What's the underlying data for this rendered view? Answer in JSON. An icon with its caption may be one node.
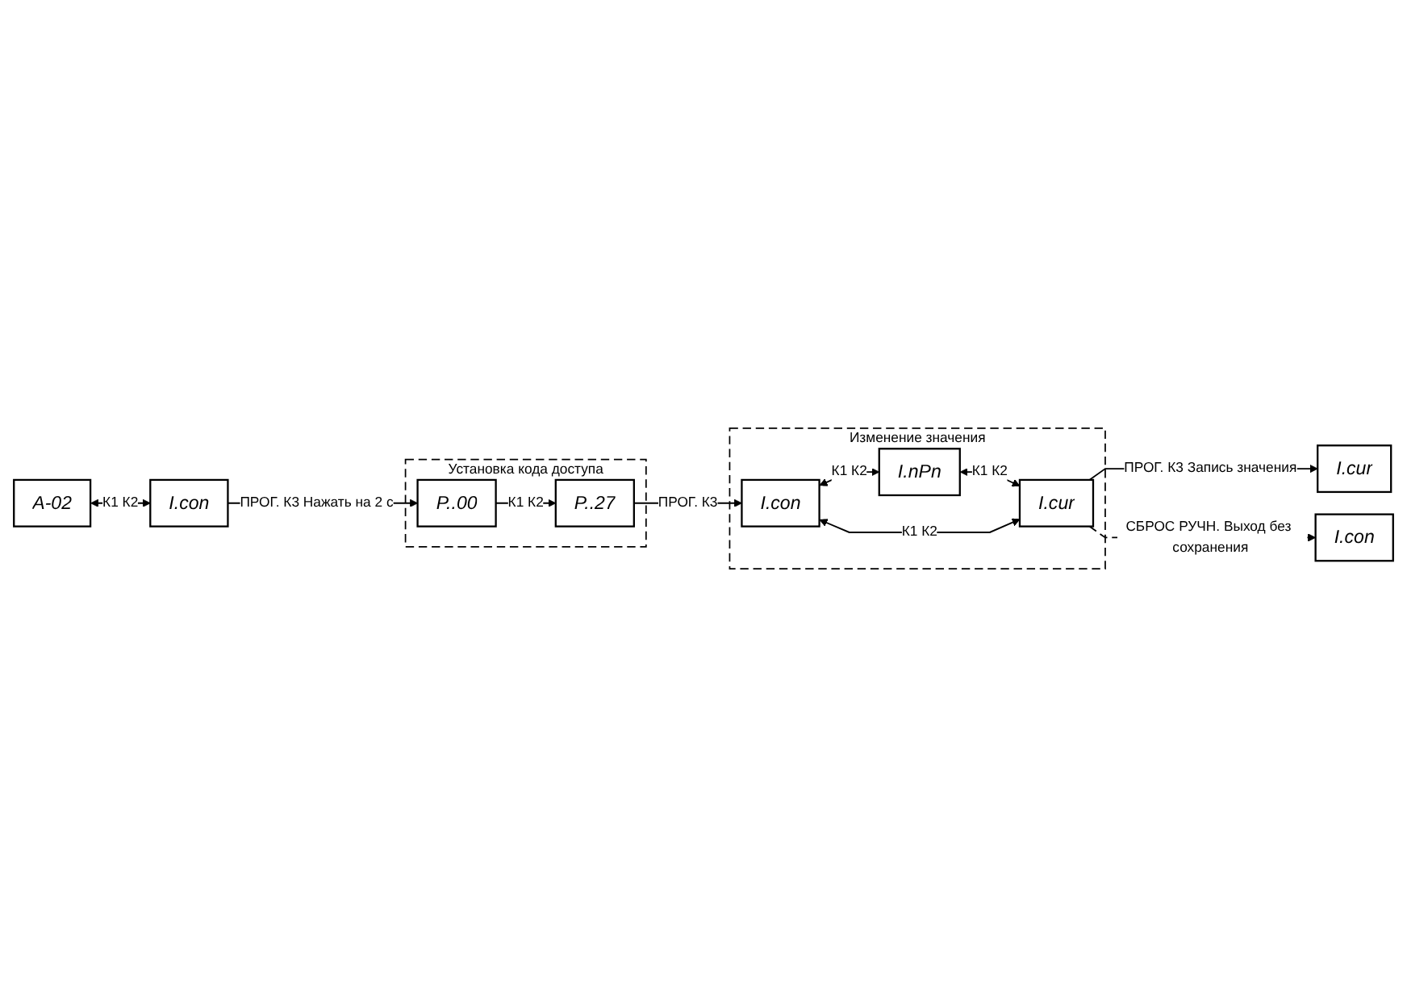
{
  "diagram": {
    "nodes": [
      {
        "text": [
          "A-02"
        ]
      },
      {
        "text": [
          "I.con"
        ]
      },
      {
        "text": [
          "Установка кода доступа"
        ]
      },
      {
        "text": [
          "P..00"
        ],
        "in": 2
      },
      {
        "text": [
          "P..27"
        ],
        "in": 2
      },
      {
        "text": [
          "Изменение значения"
        ]
      },
      {
        "text": [
          "I.con"
        ],
        "in": 5
      },
      {
        "text": [
          "I.nPn"
        ],
        "in": 5
      },
      {
        "text": [
          "I.cur"
        ],
        "in": 5
      },
      {
        "text": [
          "I.cur"
        ]
      },
      {
        "text": [
          "I.con"
        ]
      }
    ],
    "edges": [
      {
        "from": 0,
        "to": 1,
        "arrow": "both",
        "label": "К1 К2"
      },
      {
        "from": 1,
        "to": 3,
        "arrow": "to",
        "label": "ПРОГ. К3 Нажать на 2 с"
      },
      {
        "from": 3,
        "to": 4,
        "arrow": "to",
        "label": "К1 К2"
      },
      {
        "from": 4,
        "to": 6,
        "arrow": "to",
        "label": "ПРОГ. К3"
      },
      {
        "from": 6,
        "to": 7,
        "arrow": "both",
        "label": "К1 К2"
      },
      {
        "from": 7,
        "to": 8,
        "arrow": "both",
        "label": "К1 К2"
      },
      {
        "from": 6,
        "to": 8,
        "arrow": "both",
        "label": "К1 К2"
      },
      {
        "from": 8,
        "to": 9,
        "arrow": "to",
        "label": "ПРОГ. К3 Запись значения"
      },
      {
        "from": 8,
        "to": 10,
        "arrow": "to",
        "style": "dashed",
        "label": "СБРОС РУЧН. Выход без сохранения"
      }
    ]
  }
}
